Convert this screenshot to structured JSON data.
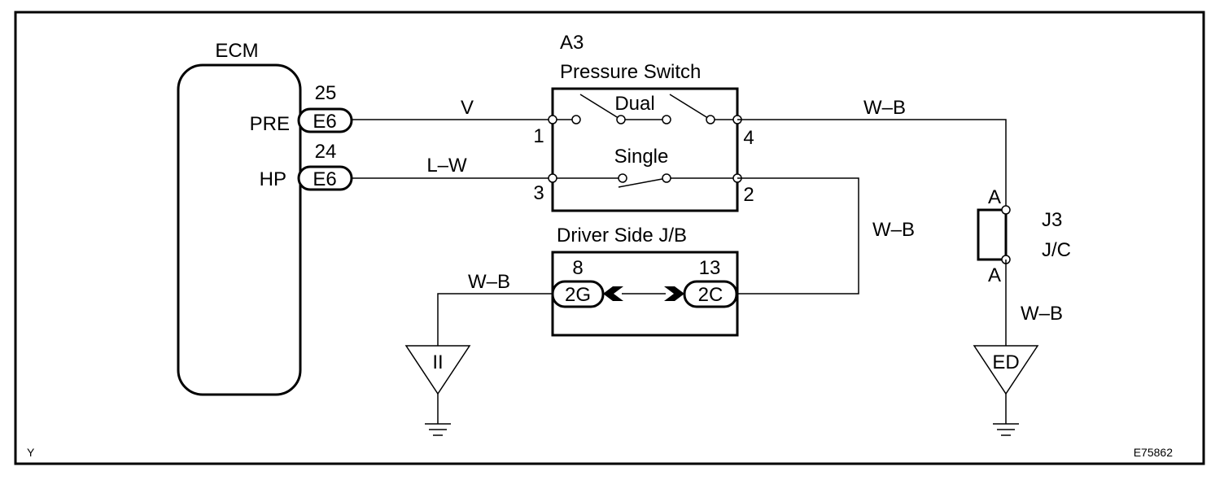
{
  "ecm": {
    "title": "ECM",
    "pins": [
      {
        "number": "25",
        "name": "PRE",
        "connector": "E6"
      },
      {
        "number": "24",
        "name": "HP",
        "connector": "E6"
      }
    ]
  },
  "pressure_switch": {
    "code": "A3",
    "title": "Pressure Switch",
    "dual_label": "Dual",
    "single_label": "Single",
    "terminals": [
      "1",
      "3",
      "4",
      "2"
    ]
  },
  "junction_block": {
    "title": "Driver Side J/B",
    "left": {
      "number": "8",
      "connector": "2G"
    },
    "right": {
      "number": "13",
      "connector": "2C"
    }
  },
  "junction_connector": {
    "code": "J3",
    "type": "J/C",
    "top_pin": "A",
    "bottom_pin": "A"
  },
  "wires": {
    "pre_to_switch": "V",
    "hp_to_switch": "L–W",
    "switch4_to_jc": "W–B",
    "switch2_to_jb": "W–B",
    "jb_to_ground": "W–B",
    "jc_to_ground": "W–B"
  },
  "grounds": {
    "left": "II",
    "right": "ED"
  },
  "footer": {
    "corner_letter": "Y",
    "figure_id": "E75862"
  }
}
